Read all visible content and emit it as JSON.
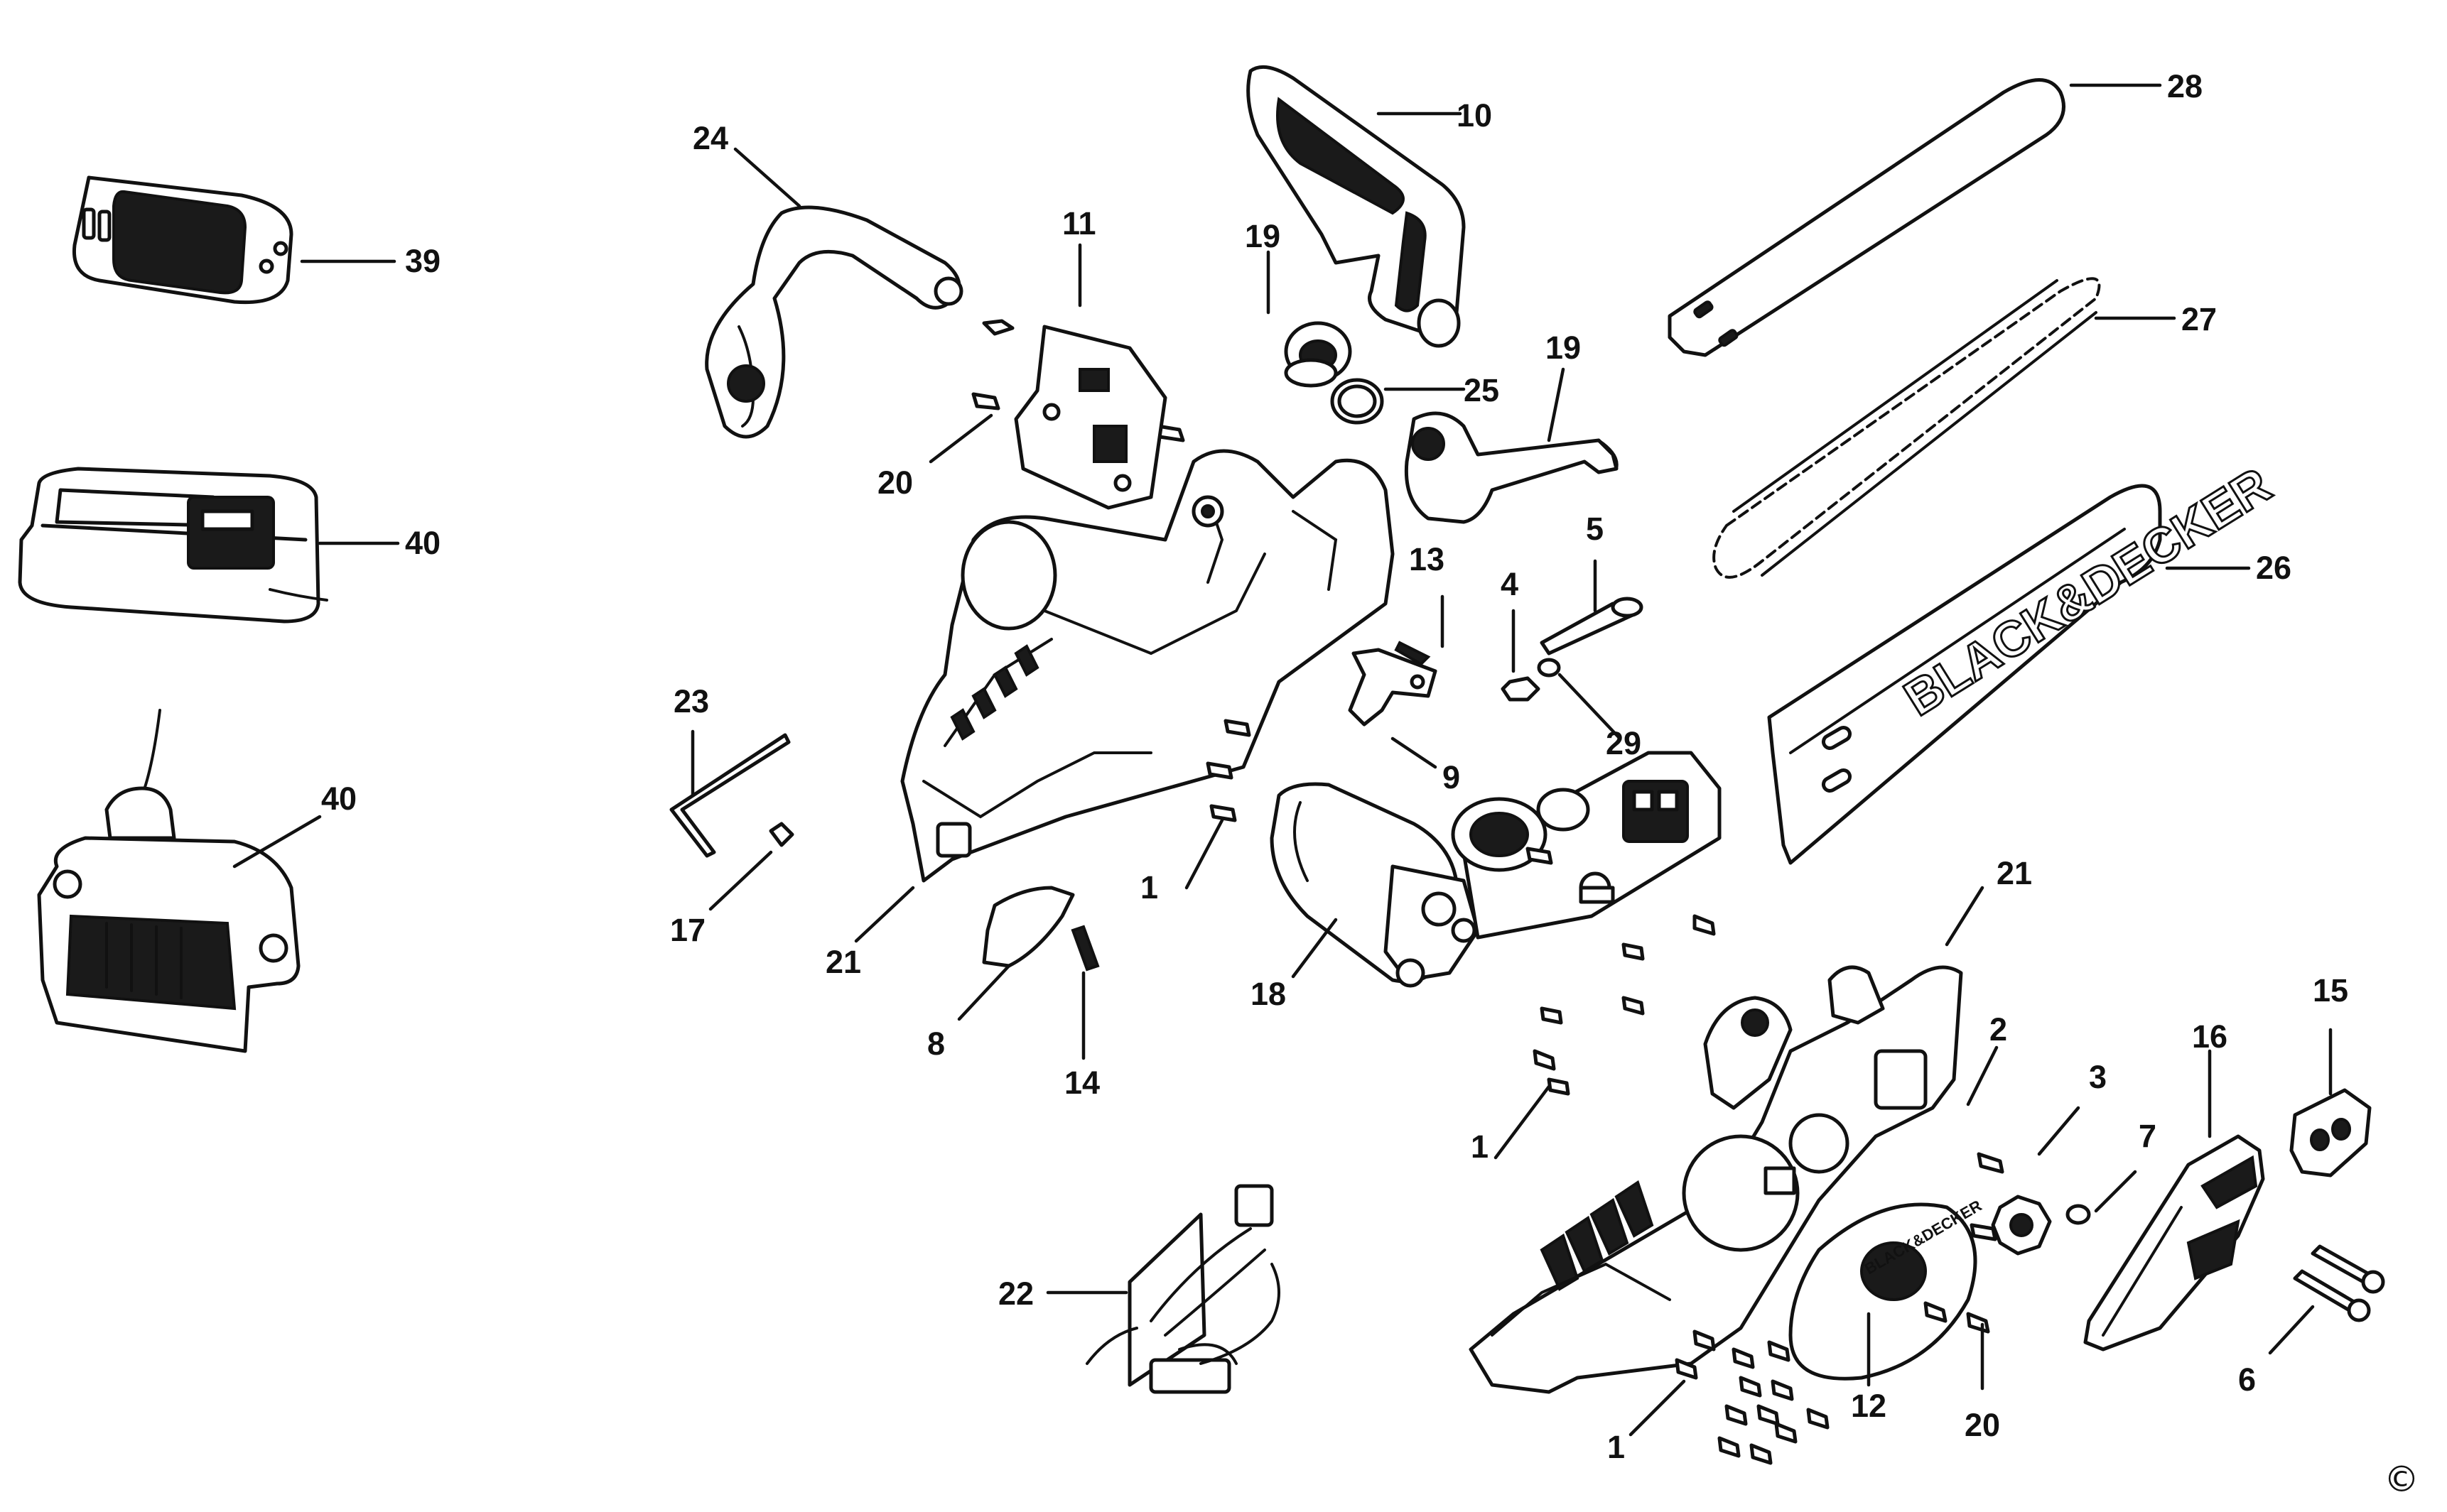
{
  "diagram": {
    "brand_text": "BLACK&DECKER",
    "copyright_symbol": "©",
    "callouts": [
      "39",
      "40",
      "40",
      "24",
      "20",
      "11",
      "10",
      "19",
      "25",
      "19",
      "28",
      "27",
      "26",
      "23",
      "17",
      "21",
      "13",
      "4",
      "5",
      "29",
      "9",
      "1",
      "8",
      "14",
      "18",
      "21",
      "1",
      "2",
      "3",
      "7",
      "16",
      "15",
      "22",
      "1",
      "12",
      "20",
      "6"
    ]
  }
}
